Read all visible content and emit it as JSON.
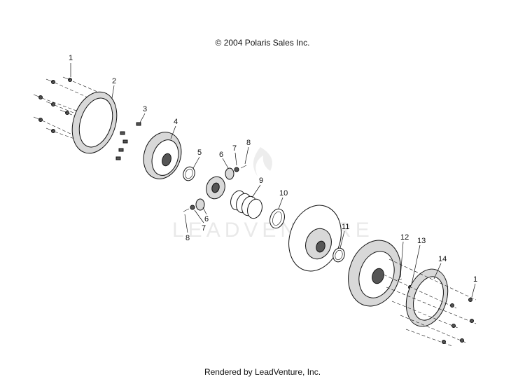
{
  "copyright": "© 2004 Polaris Sales Inc.",
  "footer": "Rendered by LeadVenture, Inc.",
  "watermark": "LEADVENTURE",
  "callouts": [
    {
      "id": "c1a",
      "label": "1"
    },
    {
      "id": "c2",
      "label": "2"
    },
    {
      "id": "c3",
      "label": "3"
    },
    {
      "id": "c4",
      "label": "4"
    },
    {
      "id": "c5",
      "label": "5"
    },
    {
      "id": "c6a",
      "label": "6"
    },
    {
      "id": "c7a",
      "label": "7"
    },
    {
      "id": "c8a",
      "label": "8"
    },
    {
      "id": "c9",
      "label": "9"
    },
    {
      "id": "c10",
      "label": "10"
    },
    {
      "id": "c6b",
      "label": "6"
    },
    {
      "id": "c7b",
      "label": "7"
    },
    {
      "id": "c8b",
      "label": "8"
    },
    {
      "id": "c11",
      "label": "11"
    },
    {
      "id": "c12",
      "label": "12"
    },
    {
      "id": "c13",
      "label": "13"
    },
    {
      "id": "c14",
      "label": "14"
    },
    {
      "id": "c1b",
      "label": "1"
    }
  ]
}
